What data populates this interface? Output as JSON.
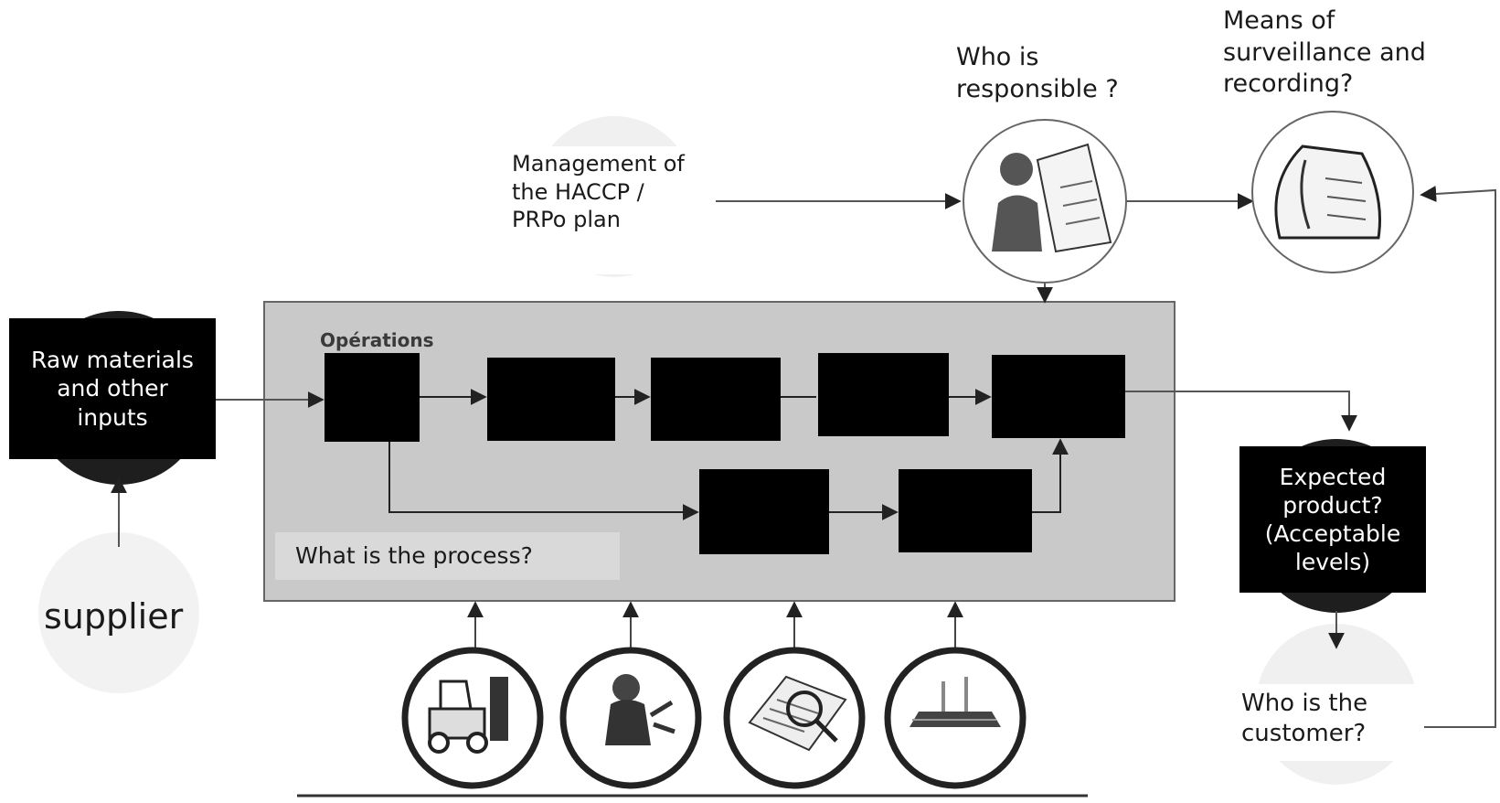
{
  "labels": {
    "management": "Management of the HACCP / PRPo plan",
    "responsible": "Who is responsible ?",
    "surveillance": "Means of surveillance and recording?",
    "raw_materials": "Raw materials and other inputs",
    "operations": "Opérations",
    "process": "What is the process?",
    "supplier": "supplier",
    "expected_product": "Expected product? (Acceptable levels)",
    "customer": "Who is the customer?"
  },
  "icons": {
    "responsible": "inspector-icon",
    "surveillance": "document-icon",
    "resources": [
      "forklift-icon",
      "worker-icon",
      "magnifier-document-icon",
      "factory-icon"
    ]
  },
  "colors": {
    "panel": "#c9c9c9",
    "step_box": "#000000",
    "line": "#555555",
    "label_bg": "#d9d9d9"
  }
}
